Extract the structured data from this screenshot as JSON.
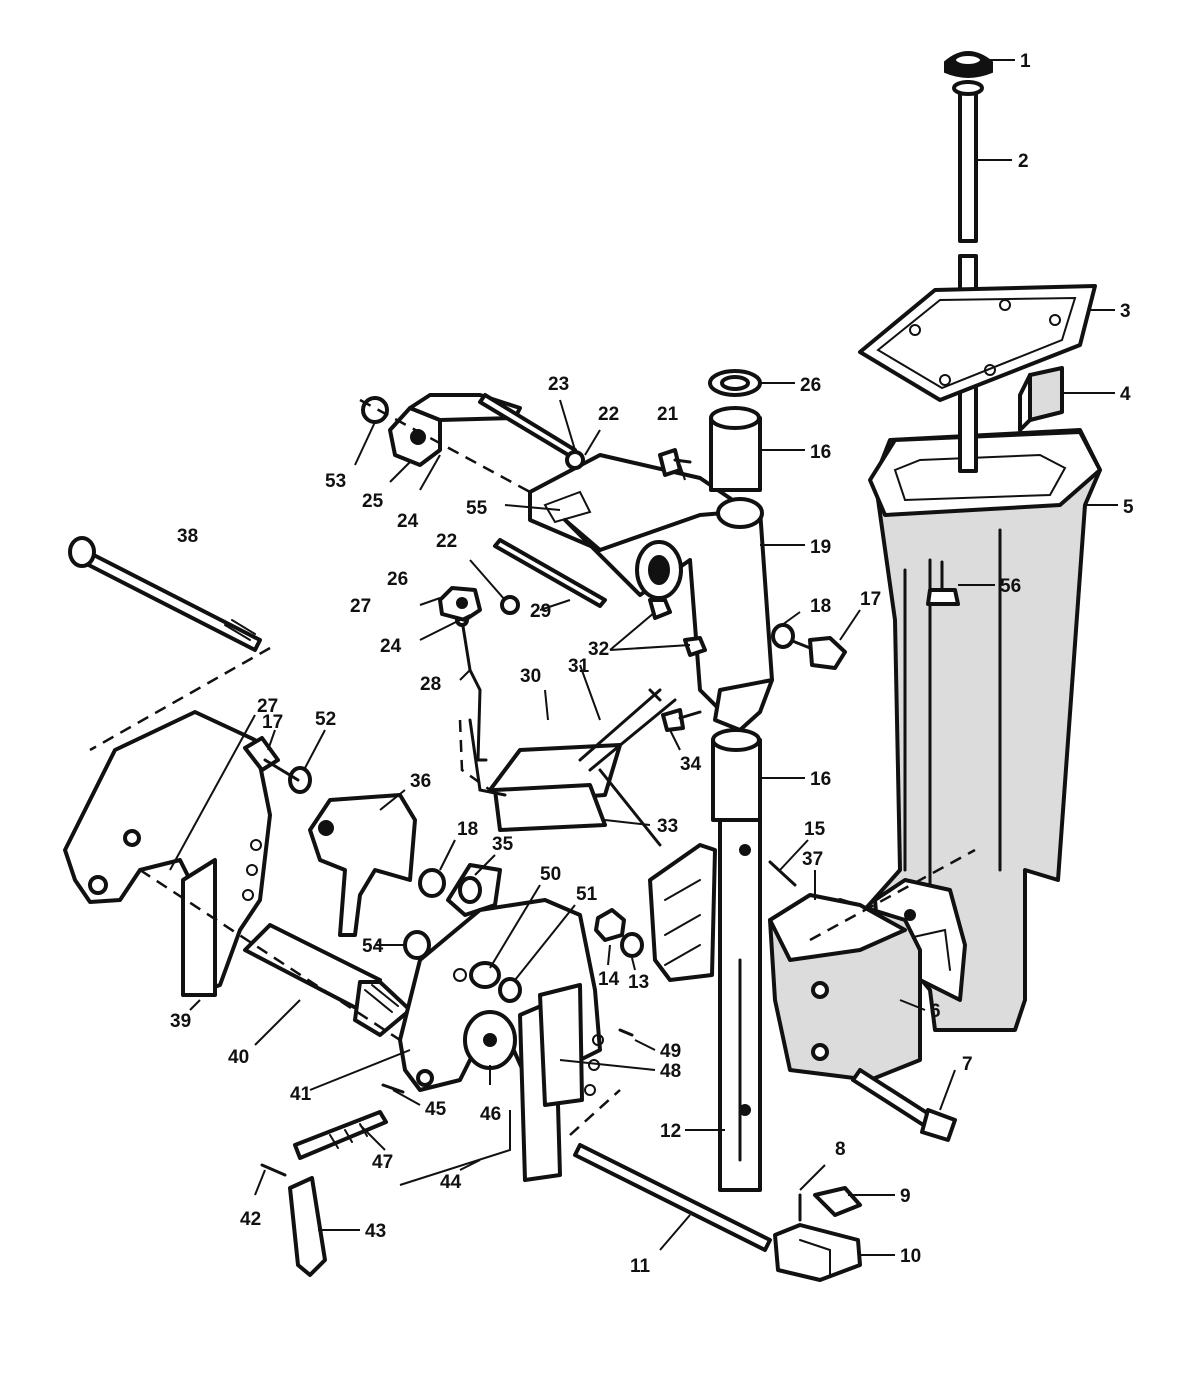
{
  "callouts": [
    {
      "n": "1"
    },
    {
      "n": "2"
    },
    {
      "n": "3"
    },
    {
      "n": "4"
    },
    {
      "n": "5"
    },
    {
      "n": "56"
    },
    {
      "n": "26"
    },
    {
      "n": "16"
    },
    {
      "n": "21"
    },
    {
      "n": "22"
    },
    {
      "n": "23"
    },
    {
      "n": "53"
    },
    {
      "n": "25"
    },
    {
      "n": "24"
    },
    {
      "n": "55"
    },
    {
      "n": "19"
    },
    {
      "n": "38"
    },
    {
      "n": "22"
    },
    {
      "n": "26"
    },
    {
      "n": "27"
    },
    {
      "n": "29"
    },
    {
      "n": "24"
    },
    {
      "n": "18"
    },
    {
      "n": "17"
    },
    {
      "n": "32"
    },
    {
      "n": "28"
    },
    {
      "n": "30"
    },
    {
      "n": "31"
    },
    {
      "n": "34"
    },
    {
      "n": "33"
    },
    {
      "n": "16"
    },
    {
      "n": "27"
    },
    {
      "n": "17"
    },
    {
      "n": "52"
    },
    {
      "n": "36"
    },
    {
      "n": "18"
    },
    {
      "n": "35"
    },
    {
      "n": "50"
    },
    {
      "n": "51"
    },
    {
      "n": "15"
    },
    {
      "n": "37"
    },
    {
      "n": "54"
    },
    {
      "n": "14"
    },
    {
      "n": "13"
    },
    {
      "n": "6"
    },
    {
      "n": "39"
    },
    {
      "n": "40"
    },
    {
      "n": "49"
    },
    {
      "n": "48"
    },
    {
      "n": "7"
    },
    {
      "n": "41"
    },
    {
      "n": "45"
    },
    {
      "n": "46"
    },
    {
      "n": "12"
    },
    {
      "n": "47"
    },
    {
      "n": "44"
    },
    {
      "n": "8"
    },
    {
      "n": "9"
    },
    {
      "n": "42"
    },
    {
      "n": "43"
    },
    {
      "n": "11"
    },
    {
      "n": "10"
    }
  ]
}
